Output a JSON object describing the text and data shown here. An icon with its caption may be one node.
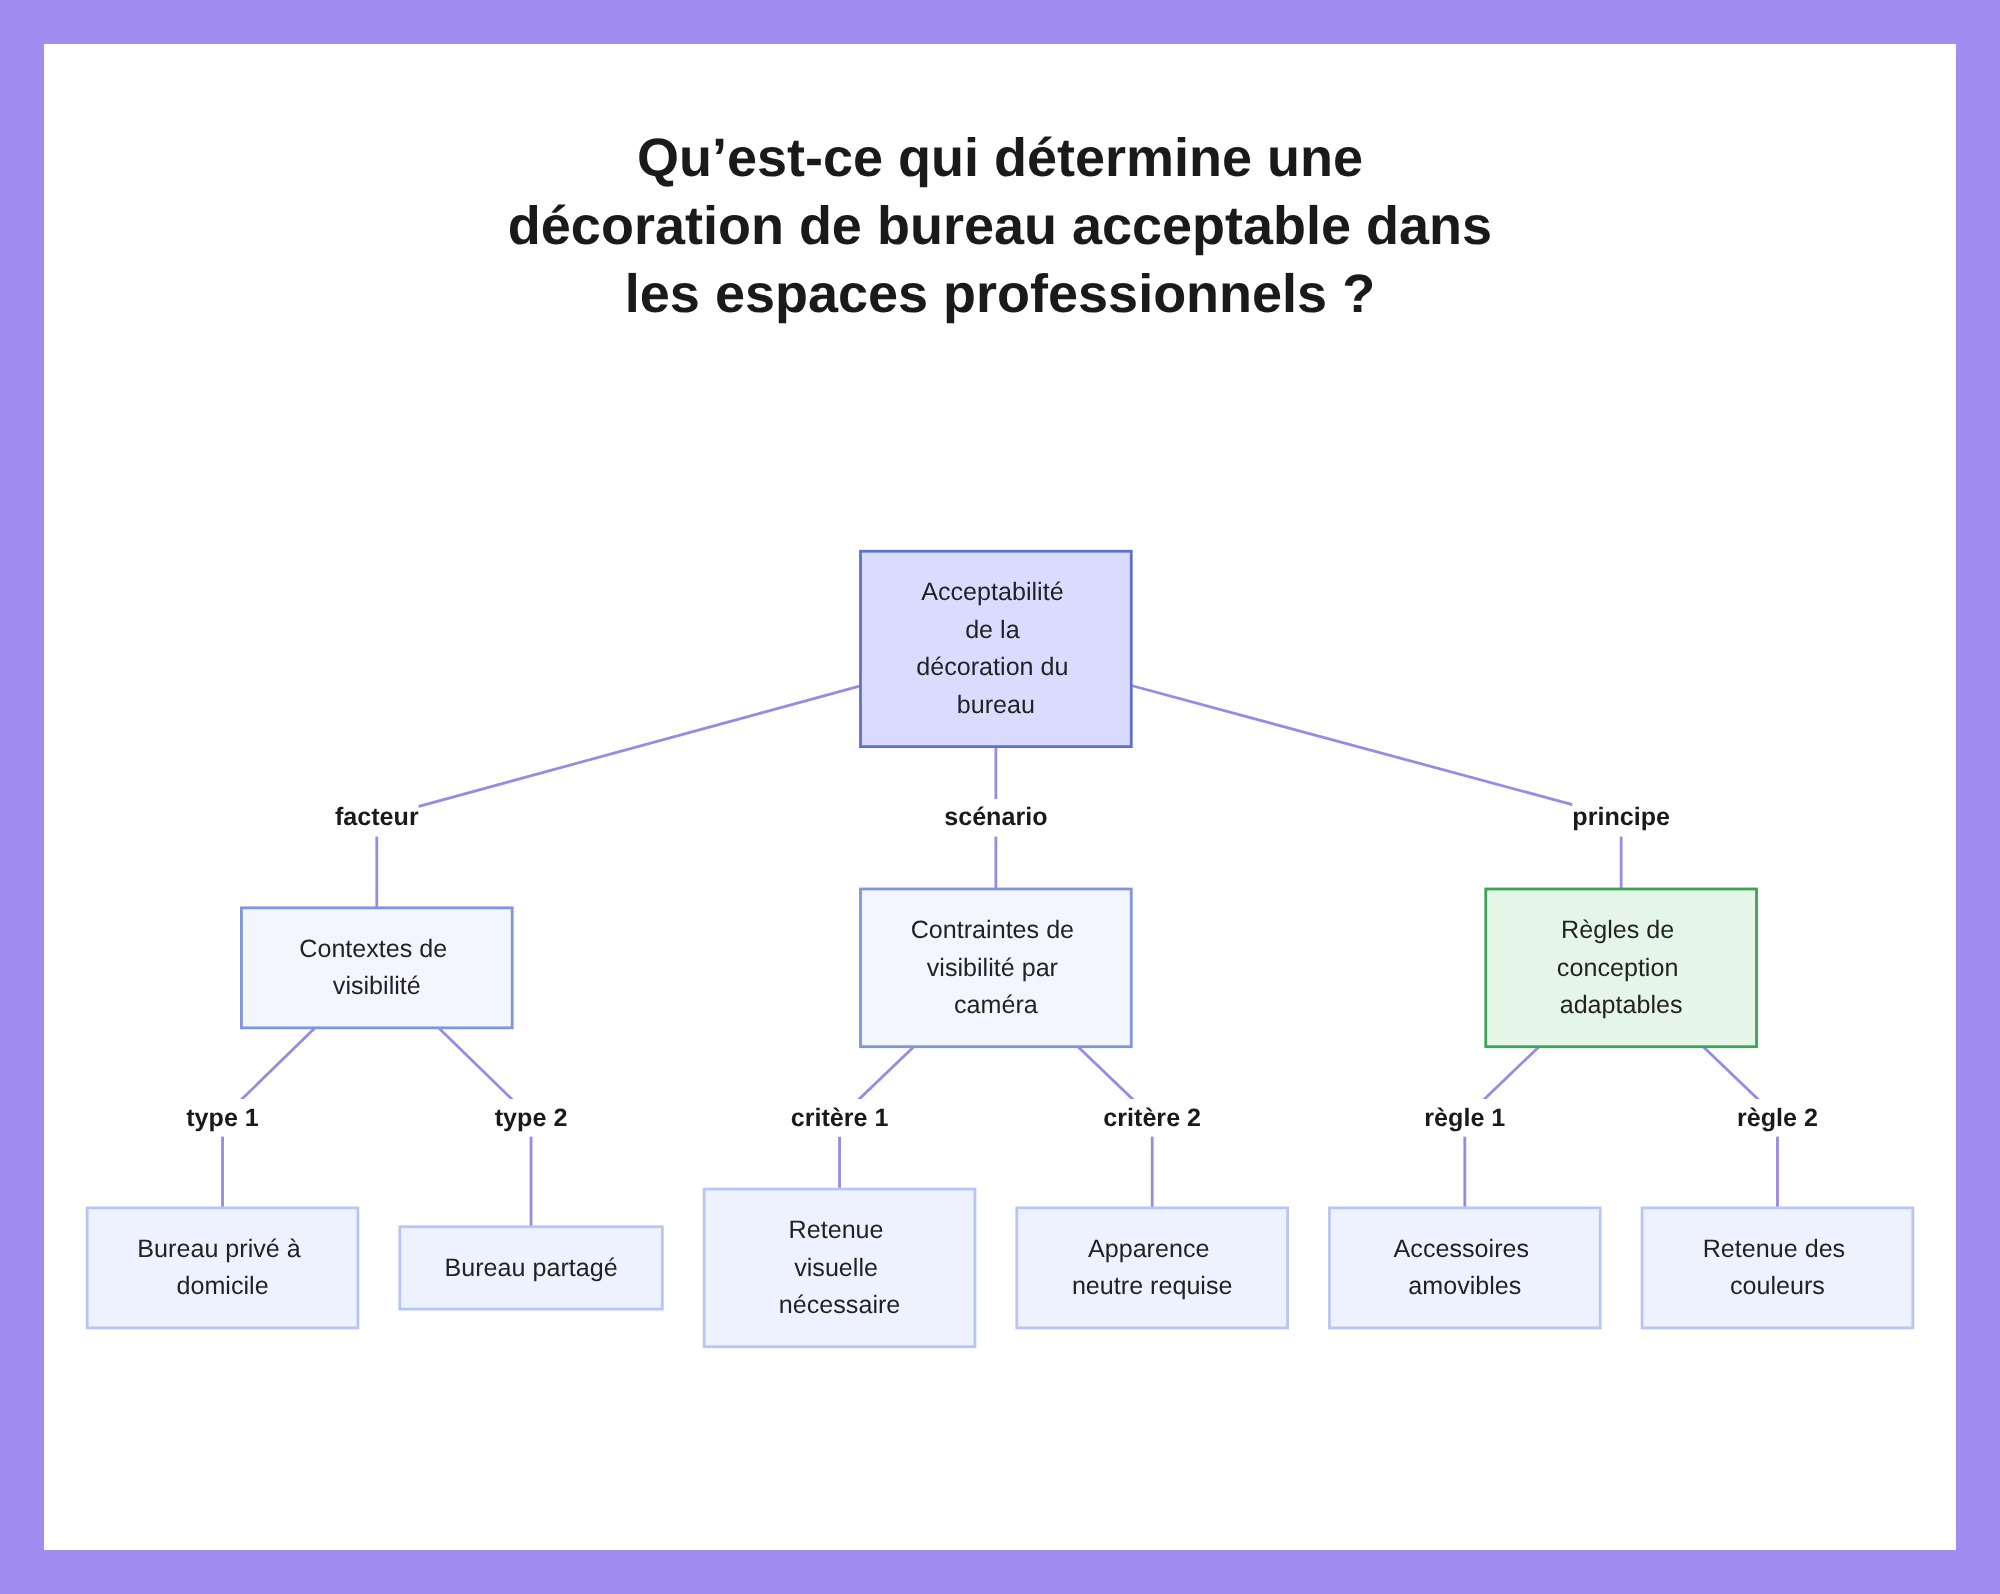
{
  "diagram": {
    "title": "Qu’est-ce qui détermine une décoration de bureau acceptable dans les espaces professionnels ?",
    "nodes": [
      {
        "text": [
          "Acceptabilité de la décoration du bureau"
        ]
      },
      {
        "text": [
          "Contextes de visibilité"
        ]
      },
      {
        "text": [
          "Contraintes de visibilité par caméra"
        ]
      },
      {
        "text": [
          "Règles de conception adaptables"
        ]
      },
      {
        "text": [
          "Bureau privé à domicile"
        ]
      },
      {
        "text": [
          "Bureau partagé"
        ]
      },
      {
        "text": [
          "Retenue visuelle nécessaire"
        ]
      },
      {
        "text": [
          "Apparence neutre requise"
        ]
      },
      {
        "text": [
          "Accessoires amovibles"
        ]
      },
      {
        "text": [
          "Retenue des couleurs"
        ]
      }
    ],
    "edges": [
      {
        "from": 0,
        "to": 1,
        "arrow": "none",
        "label": "facteur"
      },
      {
        "from": 0,
        "to": 2,
        "arrow": "none",
        "label": "scénario"
      },
      {
        "from": 0,
        "to": 3,
        "arrow": "none",
        "label": "principe"
      },
      {
        "from": 1,
        "to": 4,
        "arrow": "none",
        "label": "type 1"
      },
      {
        "from": 1,
        "to": 5,
        "arrow": "none",
        "label": "type 2"
      },
      {
        "from": 2,
        "to": 6,
        "arrow": "none",
        "label": "critère 1"
      },
      {
        "from": 2,
        "to": 7,
        "arrow": "none",
        "label": "critère 2"
      },
      {
        "from": 3,
        "to": 8,
        "arrow": "none",
        "label": "règle 1"
      },
      {
        "from": 3,
        "to": 9,
        "arrow": "none",
        "label": "règle 2"
      }
    ]
  }
}
